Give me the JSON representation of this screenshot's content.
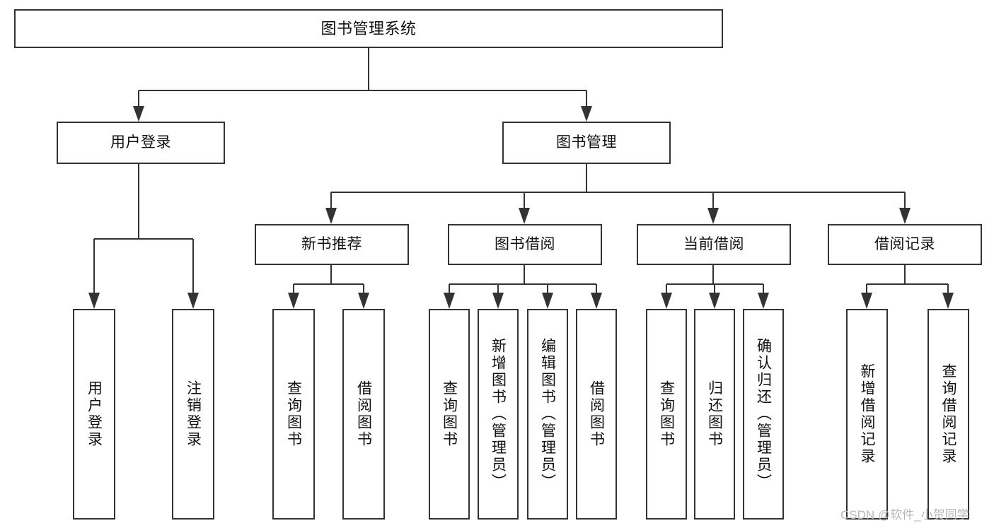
{
  "diagram": {
    "title": "图书管理系统",
    "type": "tree",
    "watermark": "CSDN @软件_小贺同学",
    "accent_color": "#333333",
    "background_color": "#ffffff"
  },
  "root": {
    "label": "图书管理系统"
  },
  "level2": [
    {
      "label": "用户登录"
    },
    {
      "label": "图书管理"
    }
  ],
  "level3": [
    {
      "label": "新书推荐"
    },
    {
      "label": "图书借阅"
    },
    {
      "label": "当前借阅"
    },
    {
      "label": "借阅记录"
    }
  ],
  "leaves": {
    "user_login": [
      {
        "label": "用户登录"
      },
      {
        "label": "注销登录"
      }
    ],
    "new_book": [
      {
        "label": "查询图书"
      },
      {
        "label": "借阅图书"
      }
    ],
    "book_borrow": [
      {
        "label": "查询图书"
      },
      {
        "label": "新增图书（管理员）"
      },
      {
        "label": "编辑图书（管理员）"
      },
      {
        "label": "借阅图书"
      }
    ],
    "current_borrow": [
      {
        "label": "查询图书"
      },
      {
        "label": "归还图书"
      },
      {
        "label": "确认归还（管理员）"
      }
    ],
    "borrow_record": [
      {
        "label": "新增借阅记录"
      },
      {
        "label": "查询借阅记录"
      }
    ]
  }
}
